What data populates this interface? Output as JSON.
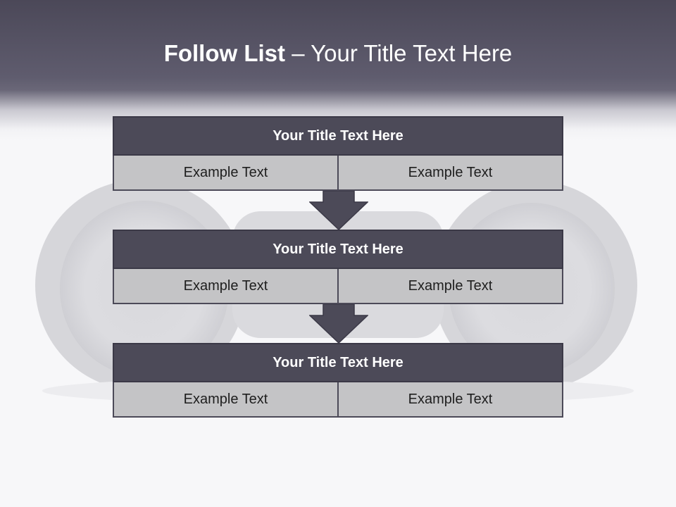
{
  "slide": {
    "title_bold": "Follow List",
    "title_rest": " – Your Title Text Here"
  },
  "blocks": [
    {
      "title": "Your Title Text Here",
      "left": "Example Text",
      "right": "Example Text"
    },
    {
      "title": "Your Title Text Here",
      "left": "Example Text",
      "right": "Example Text"
    },
    {
      "title": "Your Title Text Here",
      "left": "Example Text",
      "right": "Example Text"
    }
  ],
  "colors": {
    "header_dark": "#4b4858",
    "block_title_fill": "#4c4a58",
    "cell_fill": "#c4c4c6",
    "arrow_fill": "#4c4a58"
  }
}
